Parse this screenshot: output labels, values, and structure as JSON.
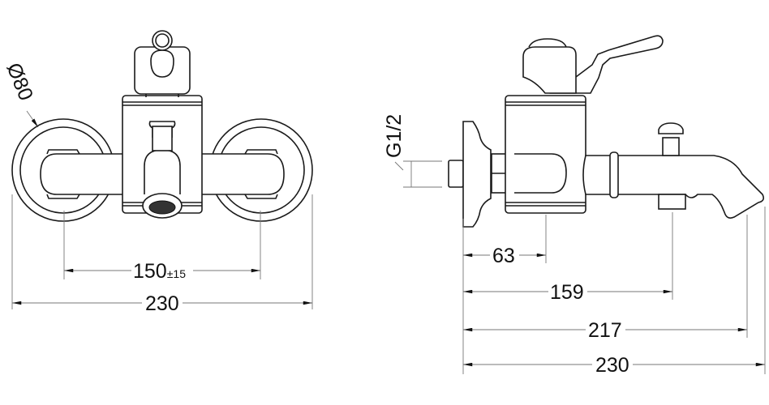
{
  "front_view": {
    "diameter_label": "Ø80",
    "centers_label": "150",
    "centers_tolerance": "±15",
    "width_label": "230"
  },
  "side_view": {
    "thread_label": "G1/2",
    "dims": [
      "63",
      "159",
      "217",
      "230"
    ]
  },
  "colors": {
    "line": "#1a1a1a",
    "dimension": "#777777",
    "background": "#ffffff"
  }
}
